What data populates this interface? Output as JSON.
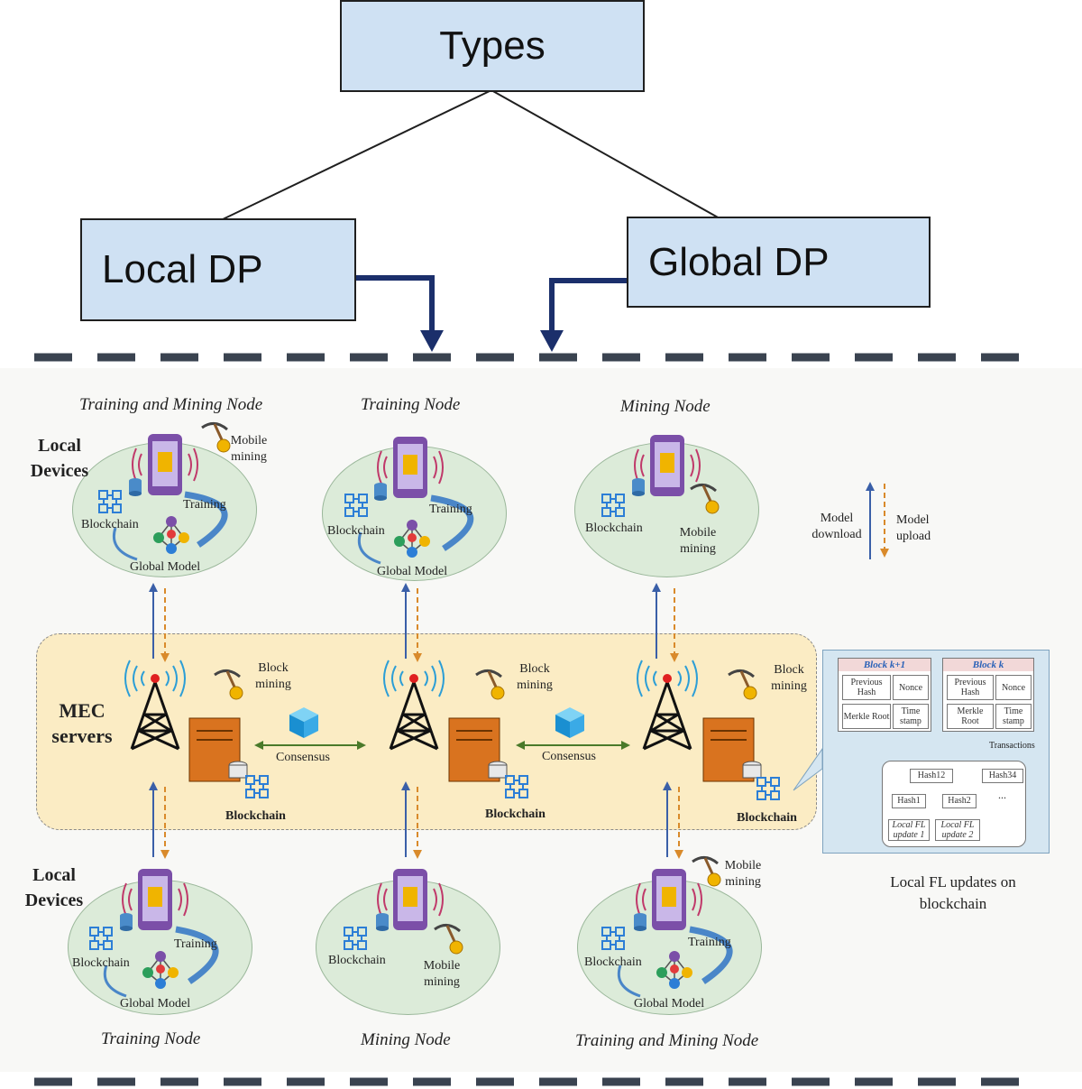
{
  "hierarchy": {
    "root_label": "Types",
    "left_label": "Local DP",
    "right_label": "Global DP"
  },
  "diagram": {
    "top_captions": [
      "Training and Mining Node",
      "Training Node",
      "Mining Node"
    ],
    "bottom_captions": [
      "Training Node",
      "Mining Node",
      "Training and Mining Node"
    ],
    "local_devices": "Local Devices",
    "mec_servers": "MEC servers",
    "labels": {
      "blockchain": "Blockchain",
      "training": "Training",
      "global_model": "Global Model",
      "mobile_mining": "Mobile mining",
      "block_mining": "Block mining",
      "consensus": "Consensus"
    },
    "legend": {
      "download": "Model download",
      "upload": "Model upload"
    },
    "inset": {
      "block_k1": "Block k+1",
      "block_k": "Block k",
      "previous_hash": "Previous Hash",
      "nonce": "Nonce",
      "merkle_root": "Merkle Root",
      "time_stamp": "Time stamp",
      "transactions": "Transactions",
      "hash12": "Hash12",
      "hash34": "Hash34",
      "hash1": "Hash1",
      "hash2": "Hash2",
      "ellipsis": "...",
      "update1": "Local FL update 1",
      "update2": "Local FL update 2",
      "caption": "Local FL updates on blockchain"
    }
  },
  "colors": {
    "box_fill": "#cfe1f3",
    "arrow_navy": "#1b2f6b",
    "dash": "#3a4350",
    "mec_fill": "#fbecc4",
    "node_fill": "#dcebd9",
    "upload_arrow": "#d98a2b",
    "download_arrow": "#3a5fa8"
  }
}
